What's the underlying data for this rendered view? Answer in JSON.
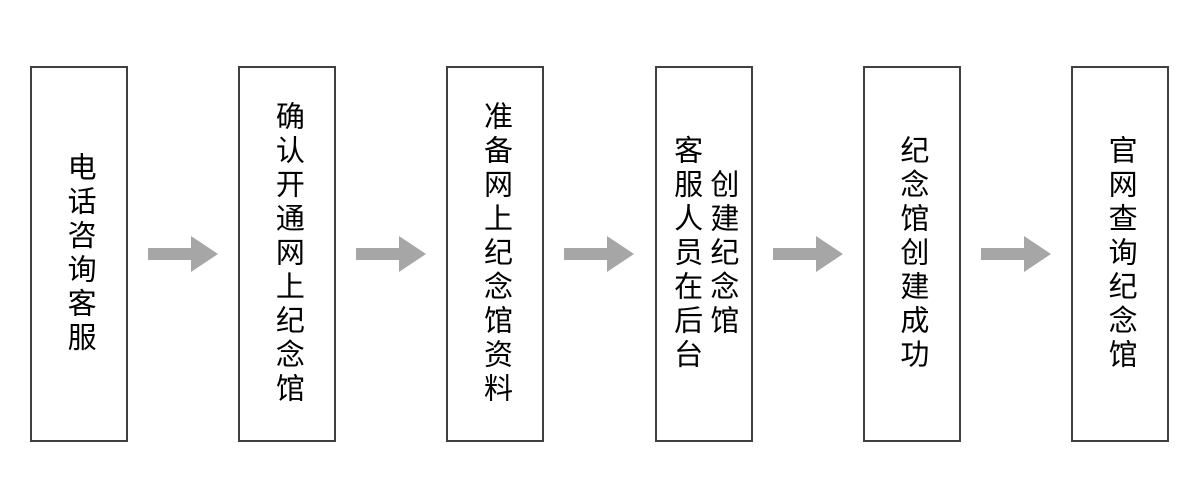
{
  "steps": [
    {
      "label": "电话咨询客服"
    },
    {
      "label": "确认开通网上纪念馆"
    },
    {
      "label": "准备网上纪念馆资料"
    },
    {
      "label": "客服人员在后台\n创建纪念馆"
    },
    {
      "label": "纪念馆创建成功"
    },
    {
      "label": "官网查询纪念馆"
    }
  ],
  "icons": {
    "connector": "right-block-arrow"
  },
  "colors": {
    "arrow": "#a6a6a6",
    "box-border": "#404040",
    "text": "#000000",
    "background": "#ffffff"
  }
}
